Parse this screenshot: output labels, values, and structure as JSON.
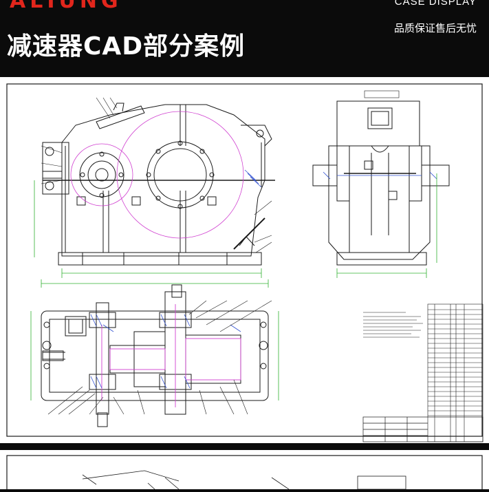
{
  "header": {
    "brand_text": "ALIUNG",
    "case_display": "CASE DISPLAY",
    "title": "减速器CAD部分案例",
    "slogan": "品质保证售后无忧"
  },
  "colors": {
    "background": "#0b0b0b",
    "brand_red": "#e1261c",
    "drawing_line": "#1a1a1a",
    "accent_magenta": "#d040d0",
    "accent_blue": "#3050d0",
    "accent_green": "#30b030"
  },
  "drawing": {
    "top_block_title": "技术要求"
  }
}
